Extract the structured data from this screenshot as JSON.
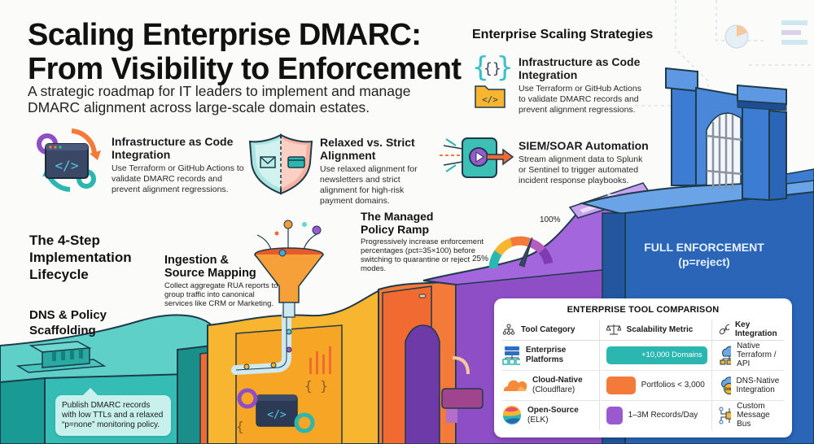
{
  "header": {
    "title_line1": "Scaling Enterprise DMARC:",
    "title_line2": "From Visibility to Enforcement",
    "subtitle": "A strategic roadmap for IT leaders to implement and manage DMARC alignment across large-scale domain estates."
  },
  "features": [
    {
      "title": "Infrastructure as Code Integration",
      "desc": "Use Terraform or GitHub Actions to validate DMARC records and prevent alignment regressions.",
      "icon": "code-window-gears-icon"
    },
    {
      "title": "Relaxed vs. Strict Alignment",
      "desc": "Use relaxed alignment for newsletters and strict alignment for high-risk payment domains.",
      "icon": "split-shield-icon"
    },
    {
      "title": "SIEM/SOAR Automation",
      "desc": "Stream alignment data to Splunk or Sentinel to trigger automated incident response playbooks.",
      "icon": "stream-play-icon"
    }
  ],
  "strategies": {
    "heading": "Enterprise Scaling Strategies",
    "items": [
      {
        "title": "Infrastructure as Code Integration",
        "desc": "Use Terraform or GitHub Actions to validate DMARC records and prevent alignment regressions.",
        "icon": "braces-folder-icon"
      }
    ]
  },
  "lifecycle": {
    "heading": "The 4-Step Implementation Lifecycle",
    "steps": [
      {
        "title": "DNS & Policy Scaffolding",
        "desc": "Publish DMARC records with low TTLs and a relaxed “p=none” monitoring policy.",
        "color": "#2bb6b0"
      },
      {
        "title": "Ingestion & Source Mapping",
        "desc": "Collect aggregate RUA reports to group traffic into canonical services like CRM or Marketing.",
        "color": "#f5a623"
      },
      {
        "title": "The Managed Policy Ramp",
        "desc": "Progressively increase enforcement percentages (pct=35×100) before switching to quarantine or reject modes.",
        "color": "#9b59d0"
      },
      {
        "title": "FULL ENFORCEMENT",
        "subtitle": "(p=reject)",
        "color": "#2f6fc2"
      }
    ],
    "gauge": {
      "min_label": "25%",
      "max_label": "100%"
    }
  },
  "comparison": {
    "title": "ENTERPRISE TOOL COMPARISON",
    "headers": [
      {
        "label": "Tool Category",
        "icon": "hierarchy-icon"
      },
      {
        "label": "Scalability Metric",
        "icon": "scales-icon"
      },
      {
        "label": "Key Integration",
        "icon": "link-icon"
      }
    ],
    "rows": [
      {
        "category": "Enterprise Platforms",
        "category_sub": "",
        "category_icon": "server-network-icon",
        "metric": "+10,000 Domains",
        "metric_color": "#2bb6b0",
        "metric_width": 124,
        "integration": "Native Terraform / API",
        "integration_icon": "cloud-network-icon"
      },
      {
        "category": "Cloud-Native",
        "category_sub": "(Cloudflare)",
        "category_icon": "cloudflare-cloud-icon",
        "metric": "Portfolios < 3,000",
        "metric_color": "#f47a3a",
        "metric_width": 36,
        "integration": "DNS-Native Integration",
        "integration_icon": "dns-cloud-icon"
      },
      {
        "category": "Open-Source",
        "category_sub": "(ELK)",
        "category_icon": "elk-logo-icon",
        "metric": "1–3M Records/Day",
        "metric_color": "#9b59d0",
        "metric_width": 20,
        "integration": "Custom Message Bus",
        "integration_icon": "message-bus-icon"
      }
    ]
  },
  "colors": {
    "teal": "#2bb6b0",
    "orange": "#f5a623",
    "deep_orange": "#f47a3a",
    "purple": "#9b59d0",
    "blue": "#2f6fc2",
    "dark_blue": "#1f5aa8"
  }
}
